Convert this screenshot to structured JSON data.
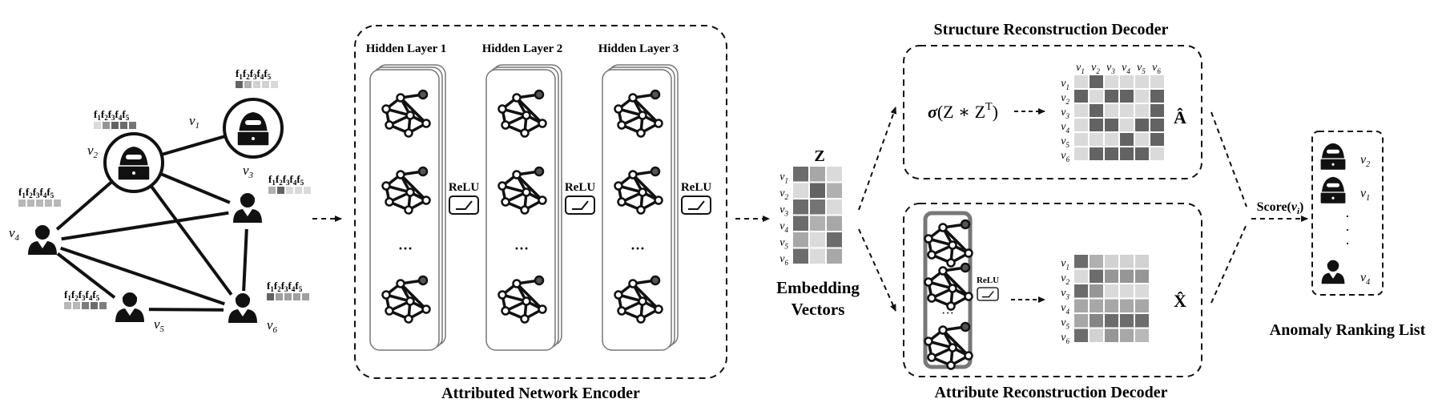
{
  "graph": {
    "nodes": [
      {
        "id": "v1",
        "label": "v",
        "sub": "1",
        "type": "hacker",
        "attrs": [
          0.8,
          0.35,
          0.15,
          0.15,
          0.1
        ]
      },
      {
        "id": "v2",
        "label": "v",
        "sub": "2",
        "type": "hacker",
        "attrs": [
          0.1,
          0.5,
          0.8,
          0.75,
          0.7
        ]
      },
      {
        "id": "v3",
        "label": "v",
        "sub": "3",
        "type": "user",
        "attrs": [
          0.35,
          0.8,
          0.1,
          0.1,
          0.1
        ]
      },
      {
        "id": "v4",
        "label": "v",
        "sub": "4",
        "type": "user",
        "attrs": [
          0.3,
          0.3,
          0.3,
          0.3,
          0.3
        ]
      },
      {
        "id": "v5",
        "label": "v",
        "sub": "5",
        "type": "user",
        "attrs": [
          0.3,
          0.3,
          0.65,
          0.75,
          0.65
        ]
      },
      {
        "id": "v6",
        "label": "v",
        "sub": "6",
        "type": "user",
        "attrs": [
          0.8,
          0.45,
          0.45,
          0.45,
          0.45
        ]
      }
    ],
    "attr_label": [
      "f",
      "1",
      "f",
      "2",
      "f",
      "3",
      "f",
      "4",
      "f",
      "5"
    ]
  },
  "encoder": {
    "title": "Attributed Network Encoder",
    "layers": [
      "Hidden Layer 1",
      "Hidden Layer 2",
      "Hidden Layer 3"
    ],
    "activation": "ReLU",
    "ellipsis": "···"
  },
  "embedding": {
    "symbol": "Z",
    "caption_line1": "Embedding",
    "caption_line2": "Vectors",
    "rows": [
      "v1",
      "v2",
      "v3",
      "v4",
      "v5",
      "v6"
    ],
    "values": [
      [
        0.75,
        0.4,
        0.1
      ],
      [
        0.1,
        0.8,
        0.35
      ],
      [
        0.75,
        0.7,
        0.1
      ],
      [
        0.75,
        0.35,
        0.4
      ],
      [
        0.4,
        0.1,
        0.75
      ],
      [
        0.75,
        0.1,
        0.4
      ]
    ]
  },
  "structure_decoder": {
    "title": "Structure Reconstruction Decoder",
    "formula_sigma": "σ",
    "formula_body": "(Z ∗ Z",
    "formula_sup": "T",
    "formula_close": ")",
    "output": "Â",
    "columns": [
      "v1",
      "v2",
      "v3",
      "v4",
      "v5",
      "v6"
    ],
    "rows": [
      "v1",
      "v2",
      "v3",
      "v4",
      "v5",
      "v6"
    ],
    "values": [
      [
        0.1,
        0.8,
        0.1,
        0.1,
        0.1,
        0.1
      ],
      [
        0.8,
        0.1,
        0.8,
        0.8,
        0.1,
        0.8
      ],
      [
        0.1,
        0.8,
        0.1,
        0.1,
        0.1,
        0.8
      ],
      [
        0.1,
        0.8,
        0.8,
        0.1,
        0.8,
        0.8
      ],
      [
        0.1,
        0.1,
        0.1,
        0.8,
        0.1,
        0.8
      ],
      [
        0.1,
        0.8,
        0.8,
        0.8,
        0.8,
        0.1
      ]
    ]
  },
  "attribute_decoder": {
    "title": "Attribute Reconstruction Decoder",
    "activation": "ReLU",
    "ellipsis": "···",
    "output": "X̂",
    "rows": [
      "v1",
      "v2",
      "v3",
      "v4",
      "v5",
      "v6"
    ],
    "values": [
      [
        0.75,
        0.35,
        0.15,
        0.15,
        0.15
      ],
      [
        0.1,
        0.75,
        0.5,
        0.5,
        0.5
      ],
      [
        0.75,
        0.5,
        0.1,
        0.1,
        0.1
      ],
      [
        0.4,
        0.4,
        0.4,
        0.4,
        0.4
      ],
      [
        0.4,
        0.6,
        0.75,
        0.75,
        0.75
      ],
      [
        0.75,
        0.15,
        0.5,
        0.4,
        0.3
      ]
    ]
  },
  "ranking": {
    "score_label": "Score(",
    "score_var": "v",
    "score_sub": "i",
    "score_close": ")",
    "title": "Anomaly Ranking List",
    "items": [
      {
        "label": "v",
        "sub": "2",
        "type": "hacker"
      },
      {
        "label": "v",
        "sub": "1",
        "type": "hacker"
      },
      {
        "label": "v",
        "sub": "4",
        "type": "user"
      }
    ],
    "ellipsis": "·"
  }
}
